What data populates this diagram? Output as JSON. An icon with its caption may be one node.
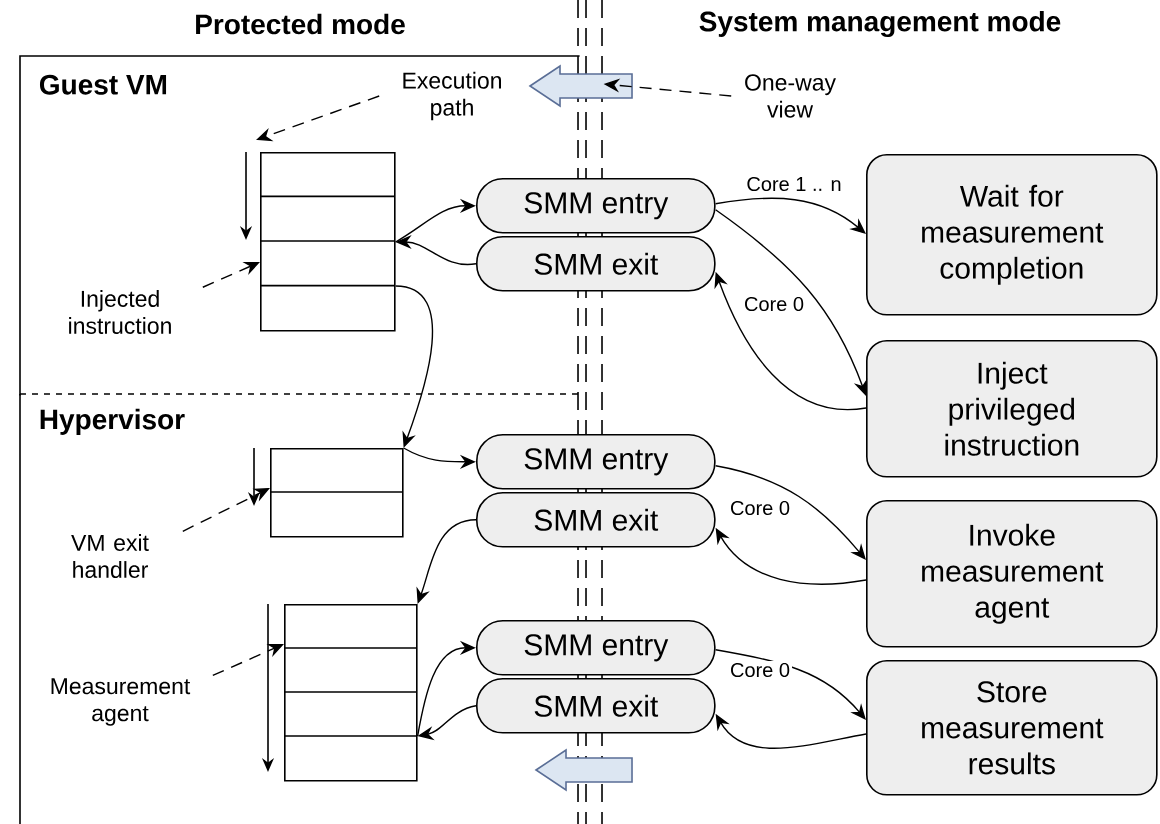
{
  "diagram": {
    "nodes": [
      {
        "text": [
          "Guest VM"
        ]
      },
      {
        "text": [],
        "shape": "box",
        "in": 0
      },
      {
        "text": [
          "Execution path"
        ],
        "in": 0
      },
      {
        "text": [
          "Injected instruction"
        ],
        "in": 0
      },
      {
        "text": [
          "Hypervisor"
        ]
      },
      {
        "text": [],
        "shape": "box",
        "in": 4
      },
      {
        "text": [
          "VM exit handler"
        ],
        "in": 4
      },
      {
        "text": [],
        "shape": "box",
        "in": 4
      },
      {
        "text": [
          "Measurement agent"
        ],
        "in": 4
      },
      {
        "text": [
          "SMM entry"
        ]
      },
      {
        "text": [
          "SMM exit"
        ]
      },
      {
        "text": [
          "SMM entry"
        ]
      },
      {
        "text": [
          "SMM exit"
        ]
      },
      {
        "text": [
          "SMM entry"
        ]
      },
      {
        "text": [
          "SMM exit"
        ]
      },
      {
        "text": [
          "Wait for measurement completion"
        ]
      },
      {
        "text": [
          "Inject privileged instruction"
        ]
      },
      {
        "text": [
          "Invoke measurement agent"
        ]
      },
      {
        "text": [
          "Store measurement results"
        ]
      },
      {
        "text": [
          "One-way view"
        ]
      },
      {
        "text": [],
        "shape": "line"
      }
    ],
    "edges": [
      {
        "from": 1,
        "to": 9,
        "arrow": "to"
      },
      {
        "from": 10,
        "to": 1,
        "arrow": "to"
      },
      {
        "from": 1,
        "to": 5,
        "arrow": "to"
      },
      {
        "from": 9,
        "to": 15,
        "arrow": "to",
        "label": "Core 1 .. n"
      },
      {
        "from": 9,
        "to": 16,
        "arrow": "to",
        "label": "Core 0"
      },
      {
        "from": 16,
        "to": 10,
        "arrow": "to"
      },
      {
        "from": 5,
        "to": 11,
        "arrow": "to"
      },
      {
        "from": 12,
        "to": 7,
        "arrow": "to"
      },
      {
        "from": 11,
        "to": 17,
        "arrow": "to",
        "label": "Core 0"
      },
      {
        "from": 17,
        "to": 12,
        "arrow": "to"
      },
      {
        "from": 7,
        "to": 13,
        "arrow": "to"
      },
      {
        "from": 14,
        "to": 7,
        "arrow": "to"
      },
      {
        "from": 13,
        "to": 18,
        "arrow": "to",
        "label": "Core 0"
      },
      {
        "from": 18,
        "to": 14,
        "arrow": "to"
      },
      {
        "from": 2,
        "to": 1,
        "arrow": "to",
        "style": "dashed"
      },
      {
        "from": 3,
        "to": 1,
        "arrow": "to",
        "style": "dashed"
      },
      {
        "from": 6,
        "to": 5,
        "arrow": "to",
        "style": "dashed"
      },
      {
        "from": 8,
        "to": 7,
        "arrow": "to",
        "style": "dashed"
      },
      {
        "from": 19,
        "to": 20,
        "arrow": "to",
        "style": "dashed"
      }
    ],
    "labels": [
      "Protected mode",
      "System management mode"
    ]
  }
}
